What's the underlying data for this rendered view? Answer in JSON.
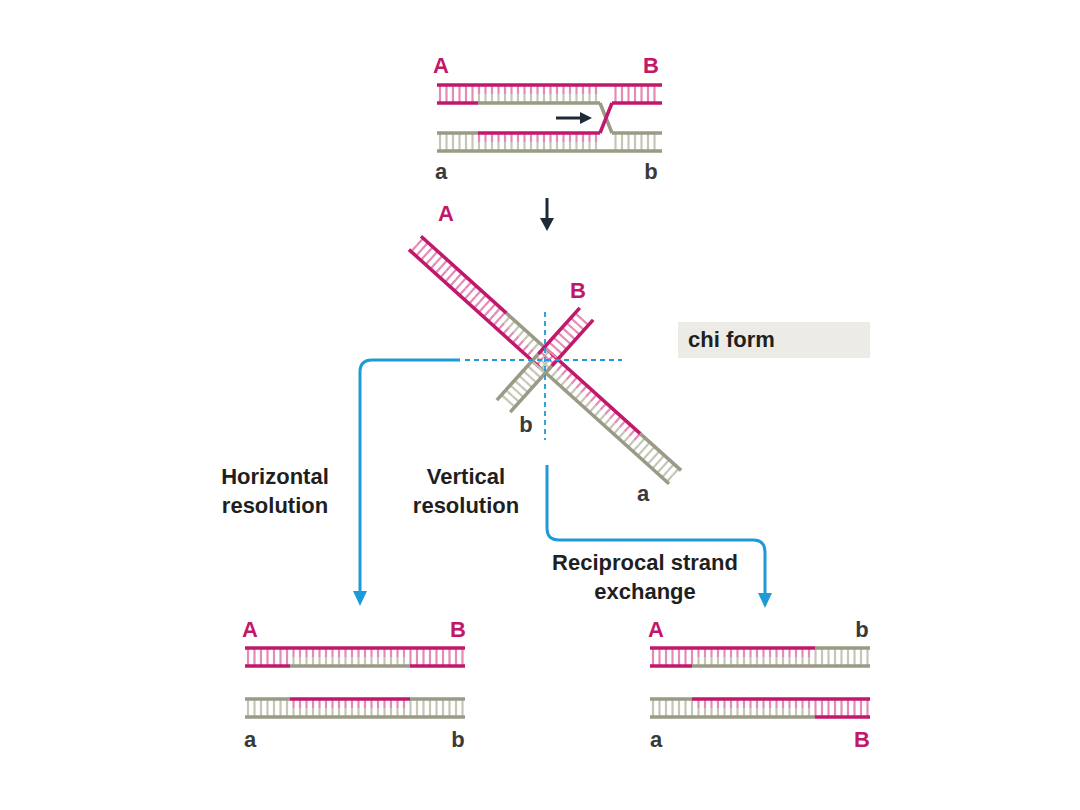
{
  "diagram": {
    "nodes": [
      {
        "text": [
          "chi form"
        ]
      }
    ],
    "labels": [
      "A",
      "B",
      "a",
      "b",
      "A",
      "B",
      "b",
      "a",
      "Horizontal resolution",
      "Vertical resolution",
      "Reciprocal strand exchange",
      "A",
      "B",
      "a",
      "b",
      "A",
      "b",
      "a",
      "B"
    ]
  }
}
